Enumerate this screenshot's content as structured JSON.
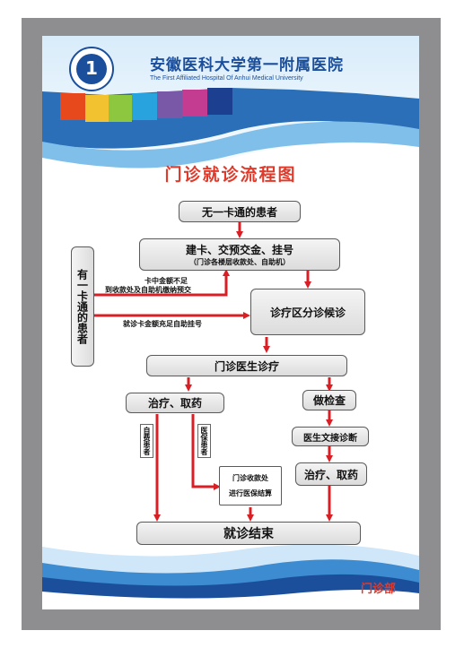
{
  "hospital": {
    "name_cn": "安徽医科大学第一附属医院",
    "name_en": "The First Affiliated Hospital Of Anhui Medical University",
    "logo_number": "1"
  },
  "poster": {
    "title": "门诊就诊流程图",
    "department": "门诊部"
  },
  "flow": {
    "no_card_patient": "无一卡通的患者",
    "has_card_patient": "有一卡通的患者",
    "register_step": "建卡、交预交金、挂号",
    "register_note": "（门诊各楼层收款处、自助机）",
    "arrow_insufficient_line1": "卡中金额不足",
    "arrow_insufficient_line2": "到收款处及自助机缴纳预交",
    "arrow_sufficient": "就诊卡金额充足自助挂号",
    "triage": "诊疗区分诊候诊",
    "doctor": "门诊医生诊疗",
    "treatment": "治疗、取药",
    "self_pay": "自费患者",
    "insured": "医保患者",
    "cashier_line1": "门诊收款处",
    "cashier_line2": "进行医保结算",
    "exam": "做检查",
    "report": "医生文接诊断",
    "treatment2": "治疗、取药",
    "end": "就诊结束"
  },
  "colors": {
    "arrow": "#d91f26",
    "title": "#e23a2a",
    "brand": "#1b4f9c"
  }
}
